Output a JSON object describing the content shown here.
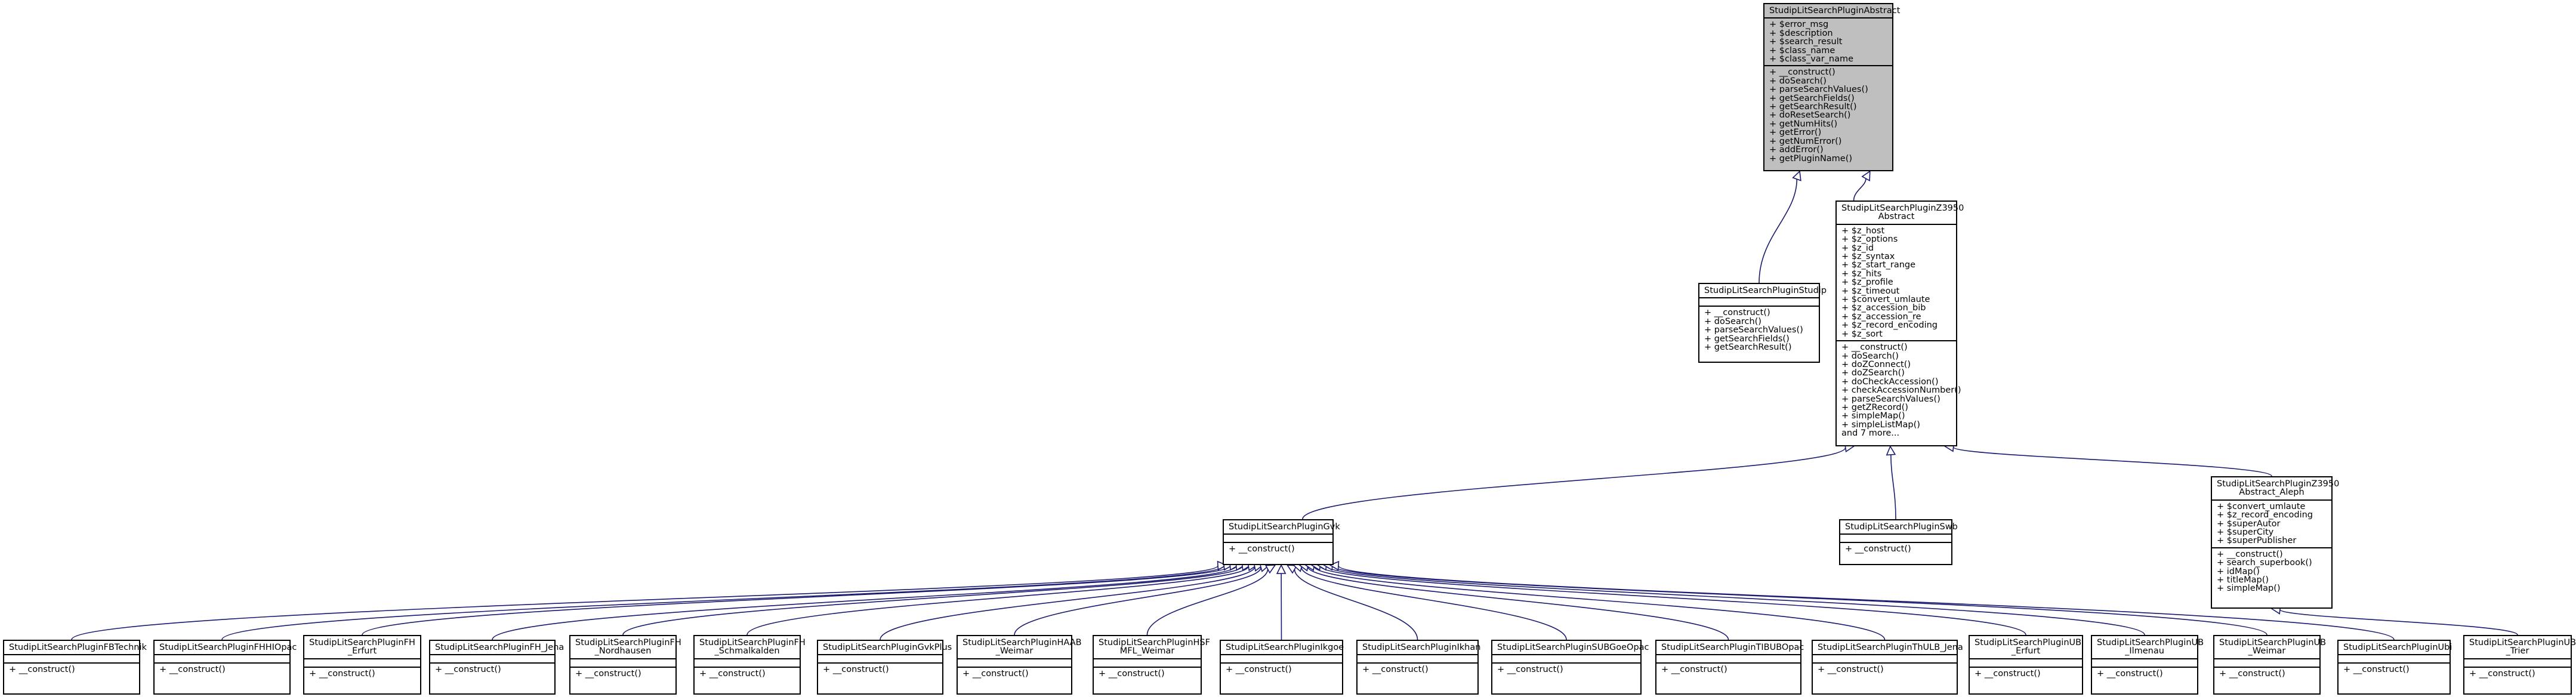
{
  "nodes": [
    {
      "id": "abstract",
      "title": [
        "StudipLitSearchPluginAbstract"
      ],
      "attributes": [
        "+ $error_msg",
        "+ $description",
        "+ $search_result",
        "+ $class_name",
        "+ $class_var_name"
      ],
      "methods": [
        "+ __construct()",
        "+ doSearch()",
        "+ parseSearchValues()",
        "+ getSearchFields()",
        "+ getSearchResult()",
        "+ doResetSearch()",
        "+ getNumHits()",
        "+ getError()",
        "+ getNumError()",
        "+ addError()",
        "+ getPluginName()"
      ]
    },
    {
      "id": "studip",
      "title": [
        "StudipLitSearchPluginStudip"
      ],
      "attributes": [],
      "methods": [
        "+ __construct()",
        "+ doSearch()",
        "+ parseSearchValues()",
        "+ getSearchFields()",
        "+ getSearchResult()"
      ]
    },
    {
      "id": "z3950",
      "title": [
        "StudipLitSearchPluginZ3950",
        "Abstract"
      ],
      "attributes": [
        "+ $z_host",
        "+ $z_options",
        "+ $z_id",
        "+ $z_syntax",
        "+ $z_start_range",
        "+ $z_hits",
        "+ $z_profile",
        "+ $z_timeout",
        "+ $convert_umlaute",
        "+ $z_accession_bib",
        "+ $z_accession_re",
        "+ $z_record_encoding",
        "+ $z_sort"
      ],
      "methods": [
        "+ __construct()",
        "+ doSearch()",
        "+ doZConnect()",
        "+ doZSearch()",
        "+ doCheckAccession()",
        "+ checkAccessionNumber()",
        "+ parseSearchValues()",
        "+ getZRecord()",
        "+ simpleMap()",
        "+ simpleListMap()",
        "and 7 more..."
      ]
    },
    {
      "id": "gvk",
      "title": [
        "StudipLitSearchPluginGvk"
      ],
      "attributes": [],
      "methods": [
        "+ __construct()"
      ]
    },
    {
      "id": "swb",
      "title": [
        "StudipLitSearchPluginSwb"
      ],
      "attributes": [],
      "methods": [
        "+ __construct()"
      ]
    },
    {
      "id": "aleph",
      "title": [
        "StudipLitSearchPluginZ3950",
        "Abstract_Aleph"
      ],
      "attributes": [
        "+ $convert_umlaute",
        "+ $z_record_encoding",
        "+ $superAutor",
        "+ $superCity",
        "+ $superPublisher"
      ],
      "methods": [
        "+ __construct()",
        "+ search_superbook()",
        "+ idMap()",
        "+ titleMap()",
        "+ simpleMap()"
      ]
    },
    {
      "id": "fbtechnik",
      "title": [
        "StudipLitSearchPluginFBTechnik"
      ],
      "attributes": [],
      "methods": [
        "+ __construct()"
      ]
    },
    {
      "id": "fhhiopac",
      "title": [
        "StudipLitSearchPluginFHHIOpac"
      ],
      "attributes": [],
      "methods": [
        "+ __construct()"
      ]
    },
    {
      "id": "fherfurt",
      "title": [
        "StudipLitSearchPluginFH",
        "_Erfurt"
      ],
      "attributes": [],
      "methods": [
        "+ __construct()"
      ]
    },
    {
      "id": "fhjena",
      "title": [
        "StudipLitSearchPluginFH_Jena"
      ],
      "attributes": [],
      "methods": [
        "+ __construct()"
      ]
    },
    {
      "id": "fhnordhausen",
      "title": [
        "StudipLitSearchPluginFH",
        "_Nordhausen"
      ],
      "attributes": [],
      "methods": [
        "+ __construct()"
      ]
    },
    {
      "id": "fhschmalkalden",
      "title": [
        "StudipLitSearchPluginFH",
        "_Schmalkalden"
      ],
      "attributes": [],
      "methods": [
        "+ __construct()"
      ]
    },
    {
      "id": "gvkplus",
      "title": [
        "StudipLitSearchPluginGvkPlus"
      ],
      "attributes": [],
      "methods": [
        "+ __construct()"
      ]
    },
    {
      "id": "haab",
      "title": [
        "StudipLitSearchPluginHAAB",
        "_Weimar"
      ],
      "attributes": [],
      "methods": [
        "+ __construct()"
      ]
    },
    {
      "id": "hsf",
      "title": [
        "StudipLitSearchPluginHSF",
        "MFL_Weimar"
      ],
      "attributes": [],
      "methods": [
        "+ __construct()"
      ]
    },
    {
      "id": "ikgoe",
      "title": [
        "StudipLitSearchPluginIkgoe"
      ],
      "attributes": [],
      "methods": [
        "+ __construct()"
      ]
    },
    {
      "id": "ikhan",
      "title": [
        "StudipLitSearchPluginIkhan"
      ],
      "attributes": [],
      "methods": [
        "+ __construct()"
      ]
    },
    {
      "id": "subgoe",
      "title": [
        "StudipLitSearchPluginSUBGoeOpac"
      ],
      "attributes": [],
      "methods": [
        "+ __construct()"
      ]
    },
    {
      "id": "tibub",
      "title": [
        "StudipLitSearchPluginTIBUBOpac"
      ],
      "attributes": [],
      "methods": [
        "+ __construct()"
      ]
    },
    {
      "id": "thulb",
      "title": [
        "StudipLitSearchPluginThULB_Jena"
      ],
      "attributes": [],
      "methods": [
        "+ __construct()"
      ]
    },
    {
      "id": "uberfurt",
      "title": [
        "StudipLitSearchPluginUB",
        "_Erfurt"
      ],
      "attributes": [],
      "methods": [
        "+ __construct()"
      ]
    },
    {
      "id": "ubilmenau",
      "title": [
        "StudipLitSearchPluginUB",
        "_Ilmenau"
      ],
      "attributes": [],
      "methods": [
        "+ __construct()"
      ]
    },
    {
      "id": "ubweimar",
      "title": [
        "StudipLitSearchPluginUB",
        "_Weimar"
      ],
      "attributes": [],
      "methods": [
        "+ __construct()"
      ]
    },
    {
      "id": "ubi",
      "title": [
        "StudipLitSearchPluginUbi"
      ],
      "attributes": [],
      "methods": [
        "+ __construct()"
      ]
    },
    {
      "id": "ubtrier",
      "title": [
        "StudipLitSearchPluginUB",
        "_Trier"
      ],
      "attributes": [],
      "methods": [
        "+ __construct()"
      ]
    }
  ],
  "edges": [
    {
      "from": "studip",
      "to": "abstract"
    },
    {
      "from": "z3950",
      "to": "abstract"
    },
    {
      "from": "gvk",
      "to": "z3950"
    },
    {
      "from": "swb",
      "to": "z3950"
    },
    {
      "from": "aleph",
      "to": "z3950"
    },
    {
      "from": "fbtechnik",
      "to": "gvk"
    },
    {
      "from": "fhhiopac",
      "to": "gvk"
    },
    {
      "from": "fherfurt",
      "to": "gvk"
    },
    {
      "from": "fhjena",
      "to": "gvk"
    },
    {
      "from": "fhnordhausen",
      "to": "gvk"
    },
    {
      "from": "fhschmalkalden",
      "to": "gvk"
    },
    {
      "from": "gvkplus",
      "to": "gvk"
    },
    {
      "from": "haab",
      "to": "gvk"
    },
    {
      "from": "hsf",
      "to": "gvk"
    },
    {
      "from": "ikgoe",
      "to": "gvk"
    },
    {
      "from": "ikhan",
      "to": "gvk"
    },
    {
      "from": "subgoe",
      "to": "gvk"
    },
    {
      "from": "tibub",
      "to": "gvk"
    },
    {
      "from": "thulb",
      "to": "gvk"
    },
    {
      "from": "uberfurt",
      "to": "gvk"
    },
    {
      "from": "ubilmenau",
      "to": "gvk"
    },
    {
      "from": "ubweimar",
      "to": "gvk"
    },
    {
      "from": "ubi",
      "to": "gvk"
    },
    {
      "from": "ubtrier",
      "to": "aleph"
    }
  ],
  "colors": {
    "edge": "#191970",
    "root_fill": "#bfbfbf",
    "node_fill": "#ffffff",
    "border": "#000000"
  }
}
